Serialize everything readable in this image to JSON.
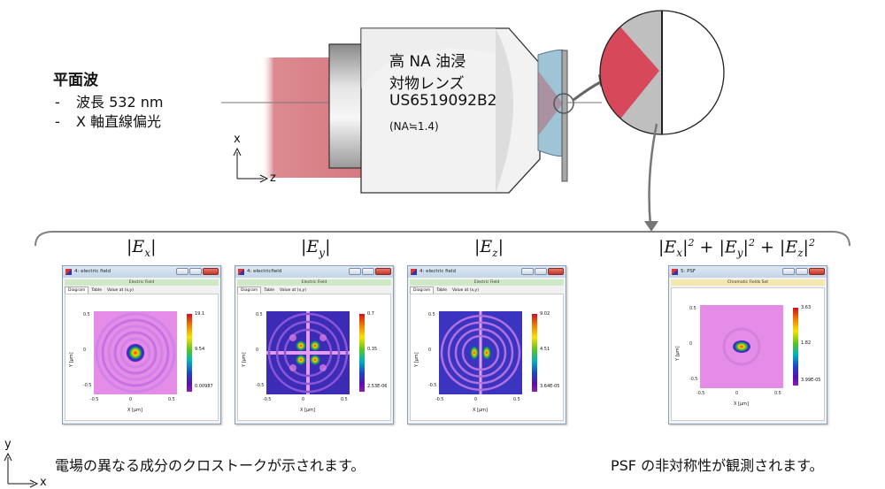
{
  "plane_wave": {
    "title": "平面波",
    "bullets": [
      "波長 532 nm",
      "X 軸直線偏光"
    ],
    "dash": "-"
  },
  "lens": {
    "line1": "高 NA 油浸",
    "line2": "対物レンズ",
    "line3": "US6519092B2",
    "na": "(NA≒1.4)"
  },
  "axes_top": {
    "vertical": "x",
    "horizontal": "z"
  },
  "axes_bottom": {
    "vertical": "y",
    "horizontal": "x"
  },
  "fields": [
    {
      "label": "|E_x|",
      "window_title": "4: electric field",
      "subtitle": "Electric Field",
      "tabs": [
        "Diagram",
        "Table",
        "Value at (x,y)"
      ],
      "colorbar": [
        "19.1",
        "9.54",
        "0.00987"
      ],
      "pattern": "ex",
      "ticks_x": [
        "-0.5",
        "0",
        "0.5"
      ],
      "ticks_y": [
        "0.5",
        "0",
        "-0.5"
      ],
      "xlabel": "X [µm]",
      "ylabel": "Y [µm]"
    },
    {
      "label": "|E_y|",
      "window_title": "4: electricfield",
      "subtitle": "Electric Field",
      "tabs": [
        "Diagram",
        "Table",
        "Value at (x,y)"
      ],
      "colorbar": [
        "0.7",
        "0.35",
        "2.53E-06"
      ],
      "pattern": "ey",
      "ticks_x": [
        "-0.5",
        "0",
        "0.5"
      ],
      "ticks_y": [
        "0.5",
        "0",
        "-0.5"
      ],
      "xlabel": "X [µm]",
      "ylabel": "Y [µm]"
    },
    {
      "label": "|E_z|",
      "window_title": "4: electric field",
      "subtitle": "Electric Field",
      "tabs": [
        "Diagram",
        "Table",
        "Value at (x,y)"
      ],
      "colorbar": [
        "9.02",
        "4.51",
        "3.64E-05"
      ],
      "pattern": "ez",
      "ticks_x": [
        "-0.5",
        "0",
        "0.5"
      ],
      "ticks_y": [
        "0.5",
        "0",
        "-0.5"
      ],
      "xlabel": "X [µm]",
      "ylabel": "Y [µm]"
    },
    {
      "label": "|E_x|^2 + |E_y|^2 + |E_z|^2",
      "window_title": "5: PSF",
      "subtitle": "Chromatic Fields Set",
      "tabs": [],
      "colorbar": [
        "3.63",
        "1.82",
        "3.99E-05"
      ],
      "pattern": "psf",
      "ticks_x": [
        "-0.5",
        "0",
        "0.5"
      ],
      "ticks_y": [
        "0.5",
        "0",
        "-0.5"
      ],
      "xlabel": "X [µm]",
      "ylabel": "Y [µm]"
    }
  ],
  "captions": {
    "crosstalk": "電場の異なる成分のクロストークが示されます。",
    "asymmetry": "PSF の非対称性が観測されます。"
  },
  "colors": {
    "beam": "#d9868b",
    "lens_body": "#bfbfbf",
    "oil": "#9ec4d6",
    "focus_red": "#d9434d",
    "bracket": "#808080"
  }
}
